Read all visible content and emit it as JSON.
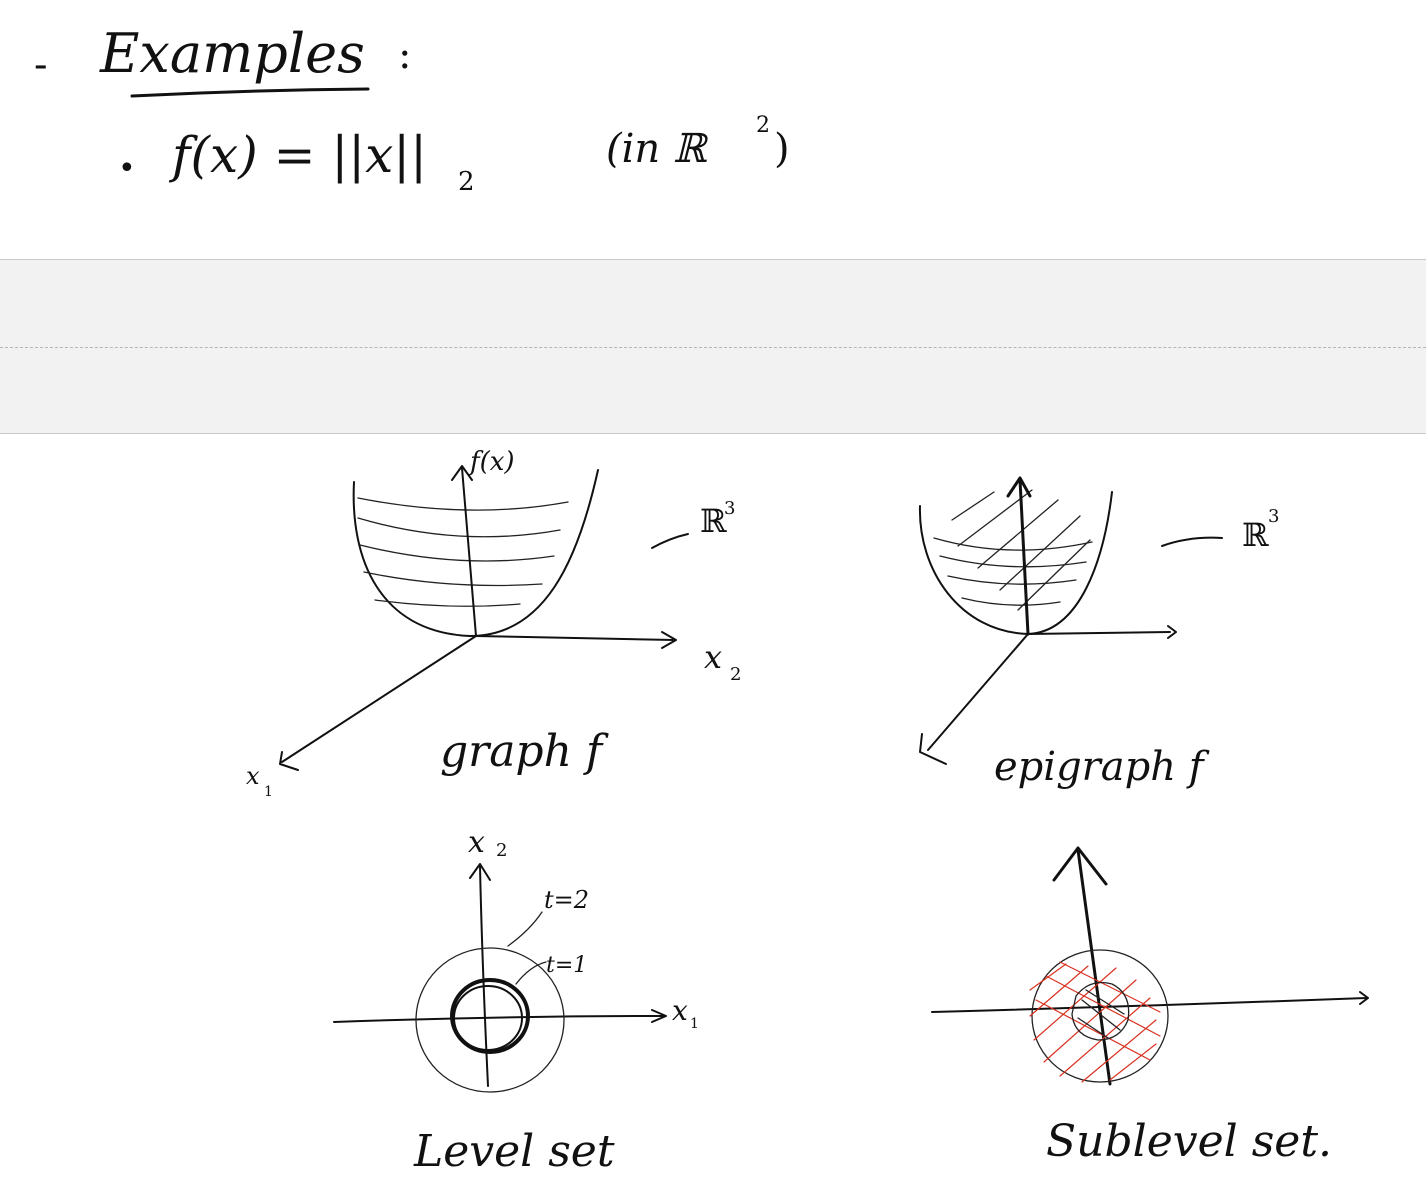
{
  "heading": {
    "dash": "-",
    "title": "Examples",
    "colon": ":"
  },
  "example": {
    "bullet": "•",
    "formula_main": "f(x) = ||x||",
    "formula_sub": "2",
    "domain_note_open": "(in ℝ",
    "domain_note_sup": "2",
    "domain_note_close": ")"
  },
  "graph": {
    "axis_vertical": "f(x)",
    "axis_right": "x",
    "axis_right_sub": "2",
    "axis_left": "x",
    "axis_left_sub": "1",
    "space": "ℝ",
    "space_sup": "3",
    "caption": "graph f"
  },
  "epigraph": {
    "space": "ℝ",
    "space_sup": "3",
    "caption": "epigraph f"
  },
  "level_set": {
    "axis_vertical": "x",
    "axis_vertical_sub": "2",
    "axis_horizontal": "x",
    "axis_horizontal_sub": "1",
    "label_outer": "t=2",
    "label_inner": "t=1",
    "caption": "Level set"
  },
  "sublevel_set": {
    "caption": "Sublevel set."
  },
  "colors": {
    "ink": "#111111",
    "highlight": "#d9321f",
    "band": "#f2f2f2"
  }
}
